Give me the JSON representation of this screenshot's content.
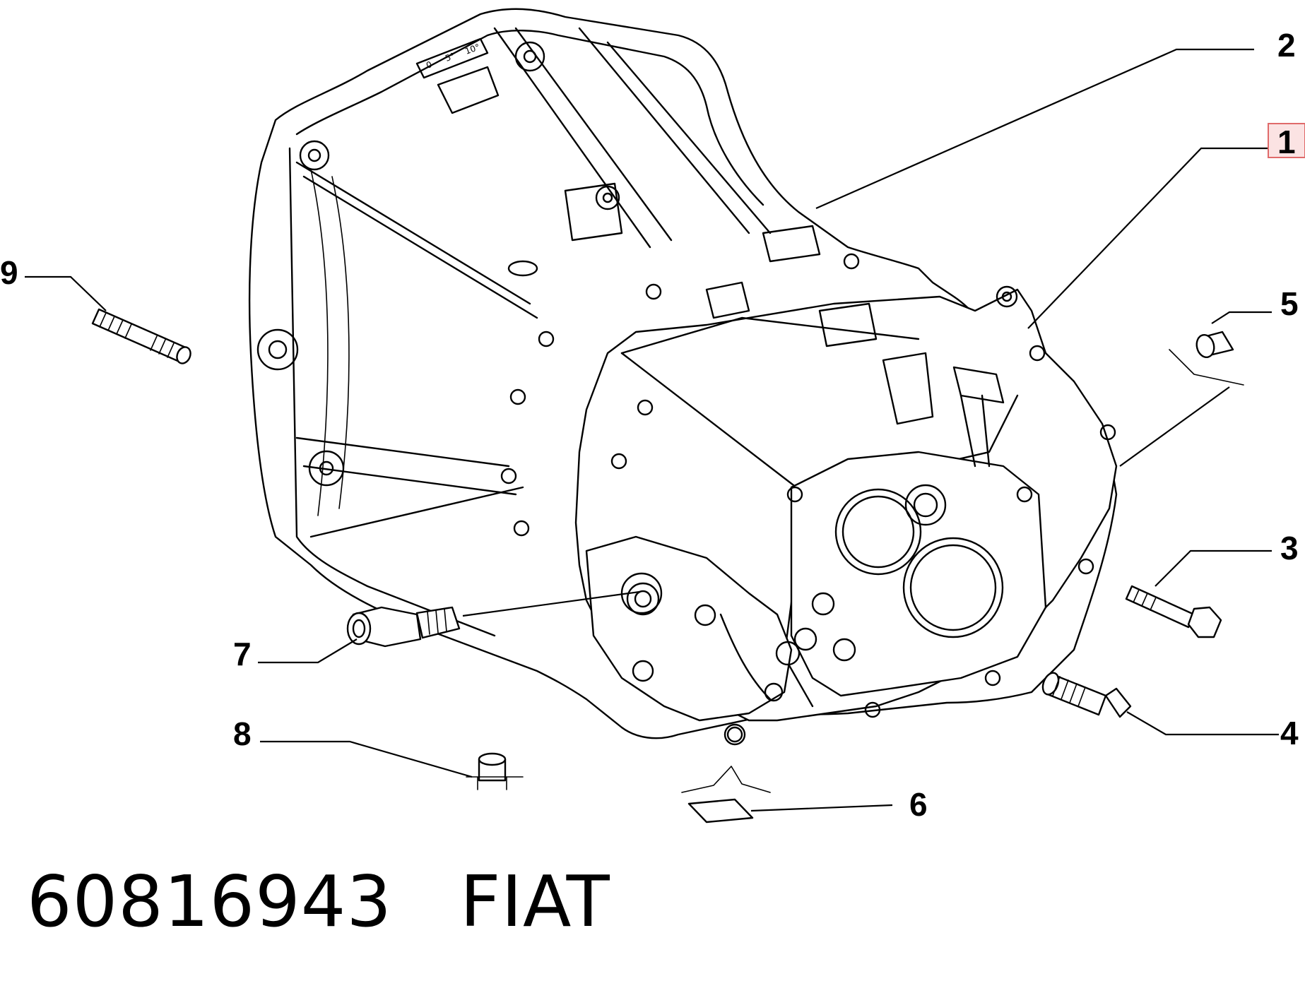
{
  "callouts": [
    {
      "number": "1",
      "highlighted": true
    },
    {
      "number": "2",
      "highlighted": false
    },
    {
      "number": "3",
      "highlighted": false
    },
    {
      "number": "4",
      "highlighted": false
    },
    {
      "number": "5",
      "highlighted": false
    },
    {
      "number": "6",
      "highlighted": false
    },
    {
      "number": "7",
      "highlighted": false
    },
    {
      "number": "8",
      "highlighted": false
    },
    {
      "number": "9",
      "highlighted": false
    }
  ],
  "housing_scale_marks": [
    "0",
    "5°",
    "10°"
  ],
  "caption": {
    "part_number": "60816943",
    "brand": "FIAT"
  },
  "colors": {
    "line": "#000000",
    "background": "#ffffff",
    "highlight_border": "#e06a6a",
    "highlight_fill": "#fbe3e3"
  }
}
